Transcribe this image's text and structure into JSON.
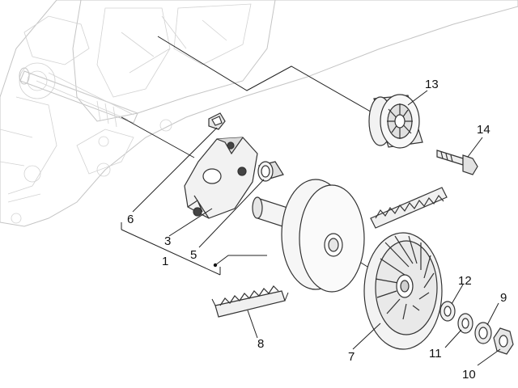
{
  "callouts": {
    "c1": "1",
    "c3": "3",
    "c5": "5",
    "c6": "6",
    "c7": "7",
    "c8": "8",
    "c9": "9",
    "c10": "10",
    "c11": "11",
    "c12": "12",
    "c13": "13",
    "c14": "14"
  }
}
